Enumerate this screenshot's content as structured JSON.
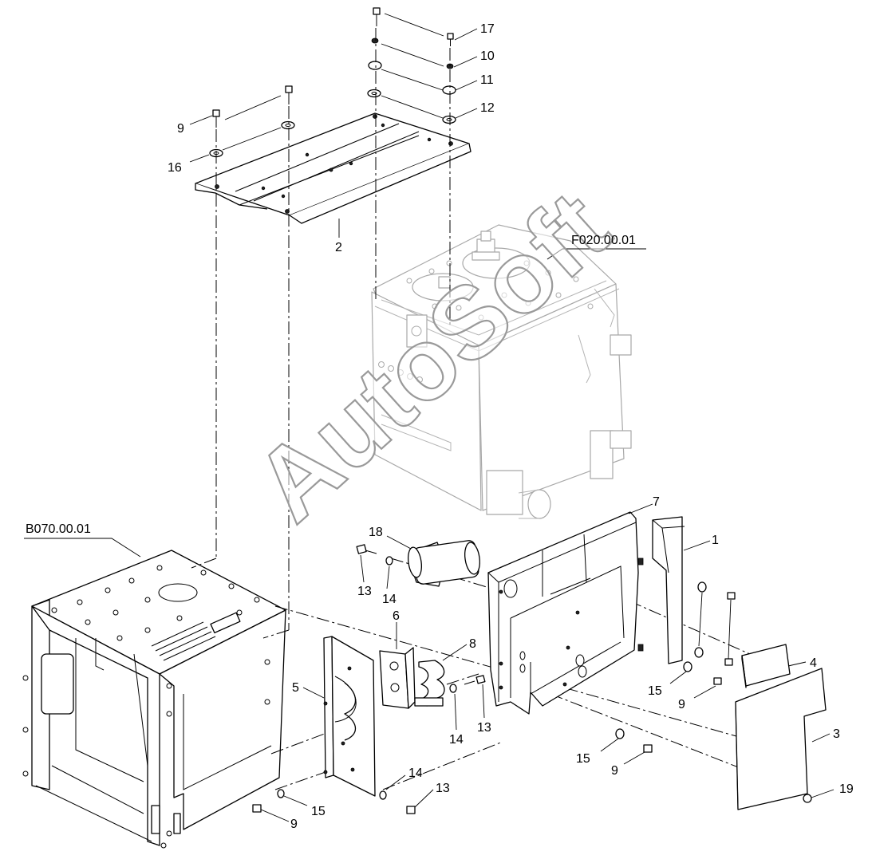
{
  "references": {
    "upper_assembly": "F020.00.01",
    "lower_assembly": "B070.00.01"
  },
  "watermark": "AutoSoft",
  "callouts": {
    "c17": "17",
    "c10": "10",
    "c11": "11",
    "c12": "12",
    "c9_top": "9",
    "c16": "16",
    "c2": "2",
    "c7": "7",
    "c1": "1",
    "c18": "18",
    "c13_left": "13",
    "c14_left": "14",
    "c6": "6",
    "c8": "8",
    "c5": "5",
    "c4": "4",
    "c15_right": "15",
    "c9_right": "9",
    "c13_mid": "13",
    "c14_mid": "14",
    "c3": "3",
    "c15_lower": "15",
    "c9_lower": "9",
    "c14_bottom": "14",
    "c13_bottom": "13",
    "c15_bottom": "15",
    "c9_bottom": "9",
    "c19": "19"
  }
}
